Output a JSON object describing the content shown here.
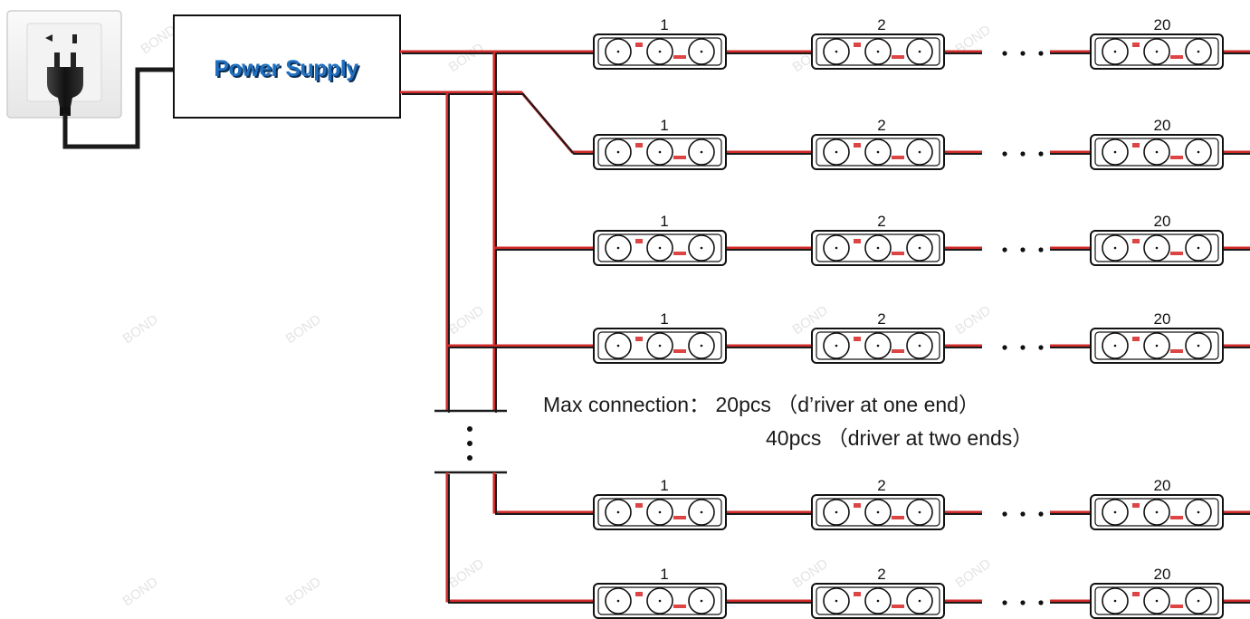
{
  "power_supply": {
    "label": "Power Supply"
  },
  "module_labels": {
    "first": "1",
    "second": "2",
    "last": "20"
  },
  "ellipsis": "•  •  •",
  "vertical_ellipsis": "•",
  "note": {
    "line1": "Max connection： 20pcs （d’river at one end）",
    "line2": "40pcs （driver at two ends）"
  },
  "watermark": "BOND",
  "strings_count_visible": 6,
  "colors": {
    "positive_wire": "#d12a2a",
    "negative_wire": "#1a1a1a",
    "ps_label_fill": "#1f6fbf",
    "ps_label_shadow": "#0b2f57"
  }
}
